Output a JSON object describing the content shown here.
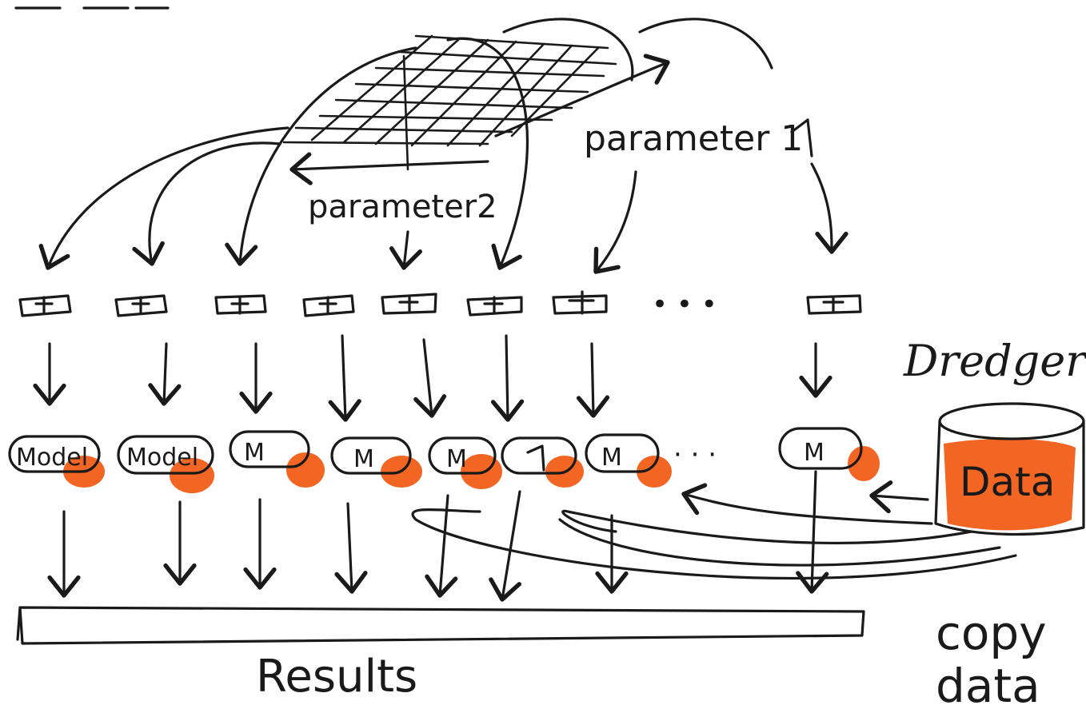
{
  "labels": {
    "parameter1": "parameter 1",
    "parameter2": "parameter2",
    "dredger": "Dredger",
    "data": "Data",
    "results": "Results",
    "copy": "copy",
    "data_lower": "data",
    "model": "Model",
    "m": "M",
    "ellipsis_dots": "• • •",
    "ellipsis_small": "· · ·"
  },
  "colors": {
    "ink": "#1a1a1a",
    "accent": "#f26522"
  }
}
